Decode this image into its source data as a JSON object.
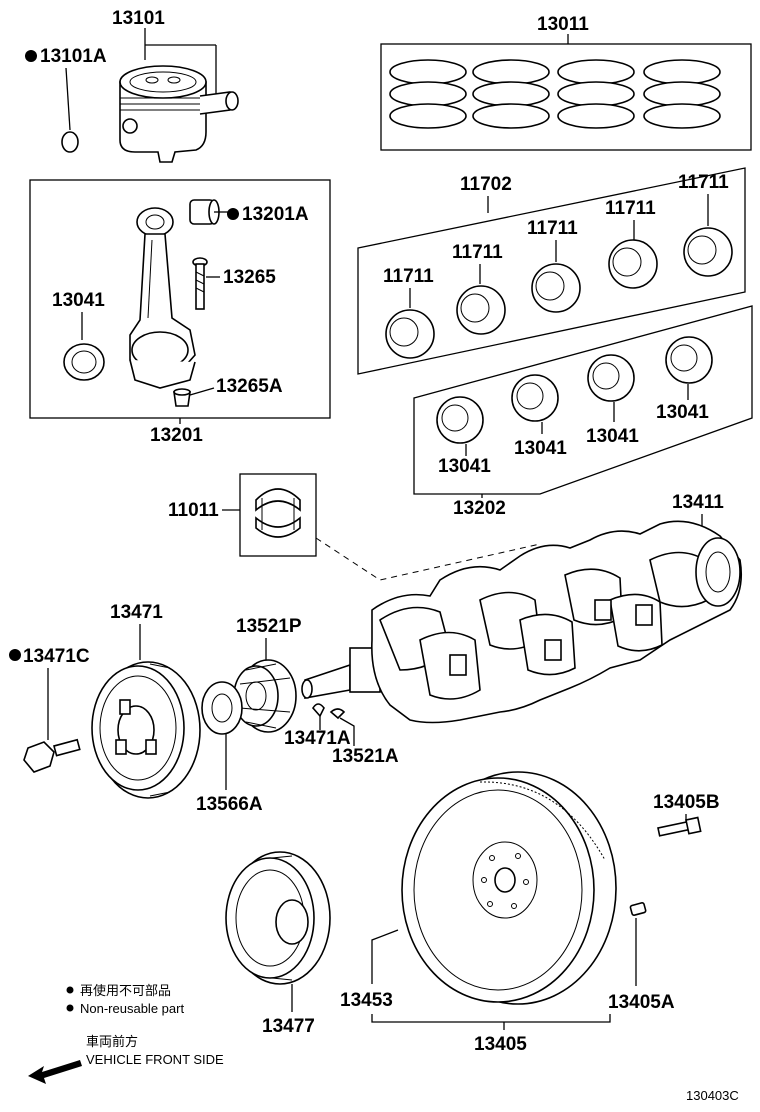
{
  "parts": {
    "p13101": "13101",
    "p13101A": "13101A",
    "p13011": "13011",
    "p13201A": "13201A",
    "p13265": "13265",
    "p13041_rod": "13041",
    "p13265A": "13265A",
    "p13201": "13201",
    "p11702": "11702",
    "p11711_a": "11711",
    "p11711_b": "11711",
    "p11711_c": "11711",
    "p11711_d": "11711",
    "p11711_e": "11711",
    "p13041_a": "13041",
    "p13041_b": "13041",
    "p13041_c": "13041",
    "p13041_d": "13041",
    "p13202": "13202",
    "p11011": "11011",
    "p13411": "13411",
    "p13471": "13471",
    "p13521P": "13521P",
    "p13471C": "13471C",
    "p13471A": "13471A",
    "p13521A": "13521A",
    "p13566A": "13566A",
    "p13405B": "13405B",
    "p13453": "13453",
    "p13405A": "13405A",
    "p13477": "13477",
    "p13405": "13405"
  },
  "legend": {
    "jp": "再使用不可部品",
    "en": "Non-reusable part"
  },
  "direction": {
    "jp": "車両前方",
    "en": "VEHICLE FRONT SIDE"
  },
  "figure_id": "130403C"
}
